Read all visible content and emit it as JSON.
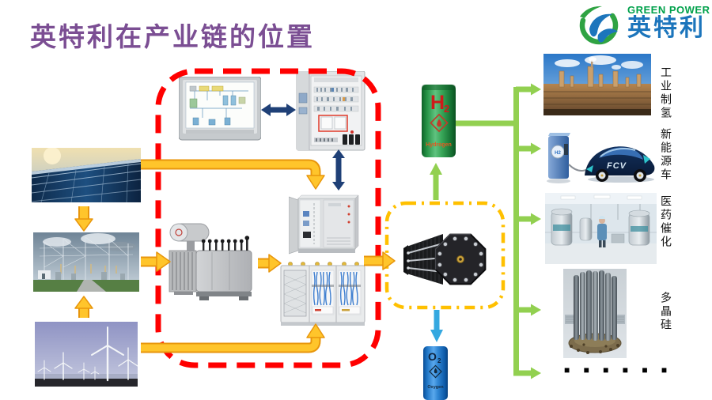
{
  "slide": {
    "title": "英特利在产业链的位置"
  },
  "logo": {
    "tagline": "GREEN POWER",
    "brand": "英特利"
  },
  "photos": {
    "solar": "solar-pv-array-photo",
    "grid": "transmission-substation-photo",
    "wind": "wind-farm-photo",
    "hmi": "hmi-touch-panel-photo",
    "control_cabinet": "control-cabinet-photo",
    "transformer": "oil-transformer-photo",
    "power_cabinet": "power-conversion-cabinet-photo",
    "rectifier": "rectifier-cabinet-photo",
    "stack": "electrolyzer-stack-photo"
  },
  "cylinders": {
    "hydrogen": {
      "formula": "H",
      "sub": "2",
      "name": "Hydrogen"
    },
    "oxygen": {
      "formula": "O",
      "sub": "2",
      "name": "Oxygen"
    }
  },
  "applications": [
    {
      "label": "工业制氢"
    },
    {
      "label": "新能源车",
      "car_badge": "FCV",
      "dispenser_badge": "H2"
    },
    {
      "label": "医药催化"
    },
    {
      "label": "多晶硅"
    },
    {
      "label": "■ ■ ■ ■ ■ ■"
    }
  ],
  "colors": {
    "title": "#7B4E93",
    "brand_green": "#00A14B",
    "brand_blue": "#1C75BC",
    "arrow_yellow": "#FFC52B",
    "arrow_yellow_edge": "#E8960C",
    "arrow_navy": "#1F4077",
    "arrow_green": "#92D050",
    "arrow_lightblue": "#35A8E0",
    "dash_red": "#FF0000",
    "dash_yellow": "#FFC000",
    "h2_green": "#2EA84F",
    "o2_blue": "#1F7FD0"
  }
}
